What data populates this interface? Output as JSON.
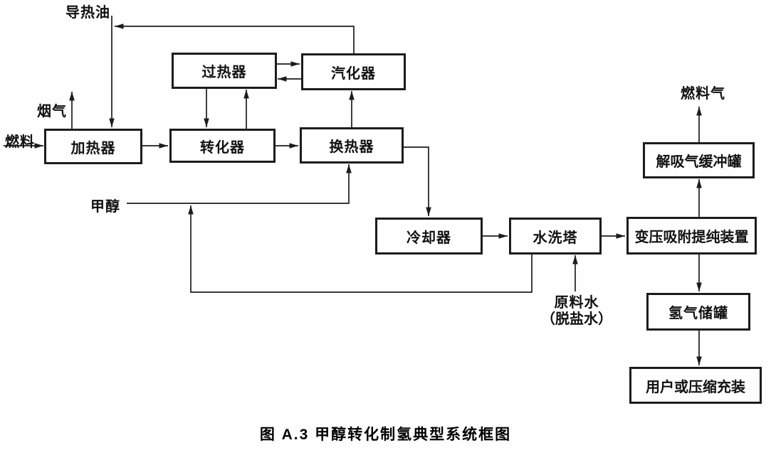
{
  "figure": {
    "caption": "图 A.3  甲醇转化制氢典型系统框图"
  },
  "diagram": {
    "type": "process-flow-block-diagram",
    "colors": {
      "line": "#1c1c1c",
      "background": "#fefefe",
      "text": "#111111"
    },
    "nodes": [
      {
        "id": "superheater",
        "label": "过热器"
      },
      {
        "id": "vaporizer",
        "label": "汽化器"
      },
      {
        "id": "heater",
        "label": "加热器"
      },
      {
        "id": "reformer",
        "label": "转化器"
      },
      {
        "id": "heat-exchanger",
        "label": "换热器"
      },
      {
        "id": "cooler",
        "label": "冷却器"
      },
      {
        "id": "water-wash-tower",
        "label": "水洗塔"
      },
      {
        "id": "psa-purification-unit",
        "label": "变压吸附提纯装置"
      },
      {
        "id": "desorption-gas-buffer-tank",
        "label": "解吸气缓冲罐"
      },
      {
        "id": "hydrogen-storage-tank",
        "label": "氢气储罐"
      },
      {
        "id": "user-or-compression-filling",
        "label": "用户或压缩充装"
      }
    ],
    "stream_labels": {
      "heat_transfer_oil": "导热油",
      "flue_gas": "烟气",
      "fuel": "燃料",
      "methanol": "甲醇",
      "feed_water_line1": "原料水",
      "feed_water_line2": "（脱盐水）",
      "fuel_gas": "燃料气"
    },
    "edges": [
      {
        "from": "fuel",
        "to": "heater"
      },
      {
        "from": "heater",
        "to": "flue-gas"
      },
      {
        "from": "heat-transfer-oil",
        "to": "heater"
      },
      {
        "from": "vaporizer",
        "to": "heat-transfer-oil"
      },
      {
        "from": "heater",
        "to": "reformer"
      },
      {
        "from": "superheater",
        "to": "vaporizer"
      },
      {
        "from": "vaporizer",
        "to": "superheater"
      },
      {
        "from": "superheater",
        "to": "reformer"
      },
      {
        "from": "reformer",
        "to": "superheater"
      },
      {
        "from": "reformer",
        "to": "heat-exchanger"
      },
      {
        "from": "heat-exchanger",
        "to": "vaporizer"
      },
      {
        "from": "methanol",
        "to": "heat-exchanger"
      },
      {
        "from": "heat-exchanger",
        "to": "cooler"
      },
      {
        "from": "cooler",
        "to": "water-wash-tower"
      },
      {
        "from": "water-wash-tower",
        "to": "psa-purification-unit"
      },
      {
        "from": "water-wash-tower",
        "to": "methanol"
      },
      {
        "from": "feed-water",
        "to": "water-wash-tower"
      },
      {
        "from": "psa-purification-unit",
        "to": "desorption-gas-buffer-tank"
      },
      {
        "from": "desorption-gas-buffer-tank",
        "to": "fuel-gas"
      },
      {
        "from": "psa-purification-unit",
        "to": "hydrogen-storage-tank"
      },
      {
        "from": "hydrogen-storage-tank",
        "to": "user-or-compression-filling"
      }
    ]
  }
}
